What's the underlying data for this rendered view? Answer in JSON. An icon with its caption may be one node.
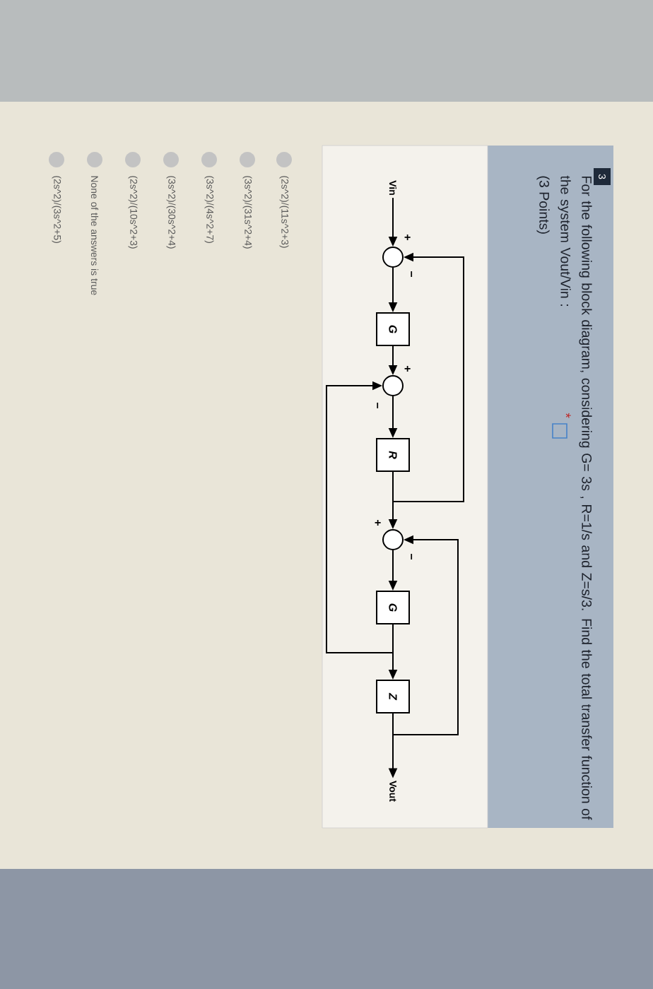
{
  "diagram": {
    "nodes": [
      {
        "text": [
          "Vin"
        ]
      },
      {
        "text": [],
        "shape": "circle",
        "beside": [
          "+",
          "−"
        ]
      },
      {
        "text": [
          "G"
        ]
      },
      {
        "text": [],
        "shape": "circle",
        "beside": [
          "+",
          "−"
        ]
      },
      {
        "text": [
          "R"
        ]
      },
      {
        "text": [],
        "shape": "circle",
        "beside": [
          "+",
          "−"
        ]
      },
      {
        "text": [
          "G"
        ]
      },
      {
        "text": [
          "Z"
        ]
      },
      {
        "text": [
          "Vout"
        ]
      }
    ],
    "edges": [
      {
        "from": 0,
        "to": 1,
        "arrow": "to"
      },
      {
        "from": 1,
        "to": 2,
        "arrow": "to"
      },
      {
        "from": 2,
        "to": 3,
        "arrow": "to"
      },
      {
        "from": 3,
        "to": 4,
        "arrow": "to"
      },
      {
        "from": 4,
        "to": 5,
        "arrow": "to"
      },
      {
        "from": 4,
        "to": 1,
        "arrow": "to"
      },
      {
        "from": 5,
        "to": 6,
        "arrow": "to"
      },
      {
        "from": 6,
        "to": 7,
        "arrow": "to"
      },
      {
        "from": 7,
        "to": 8,
        "arrow": "to"
      },
      {
        "from": 7,
        "to": 5,
        "arrow": "to"
      },
      {
        "from": 6,
        "to": 3,
        "arrow": "to"
      }
    ],
    "labels": [
      "3",
      "For the following block diagram, considering G= 3s , R=1/s and Z=s/3. Find the total transfer function of the system Vout/Vin :",
      "*",
      "(3 Points)",
      "(2s^2)/(11s^2+3)",
      "(3s^2)/(31s^2+4)",
      "(3s^2)/(4s^2+7)",
      "(3s^2)/(30s^2+4)",
      "(2s^2)/(10s^2+3)",
      "None of the answers is true",
      "(2s^2)/(3s^2+5)"
    ]
  }
}
